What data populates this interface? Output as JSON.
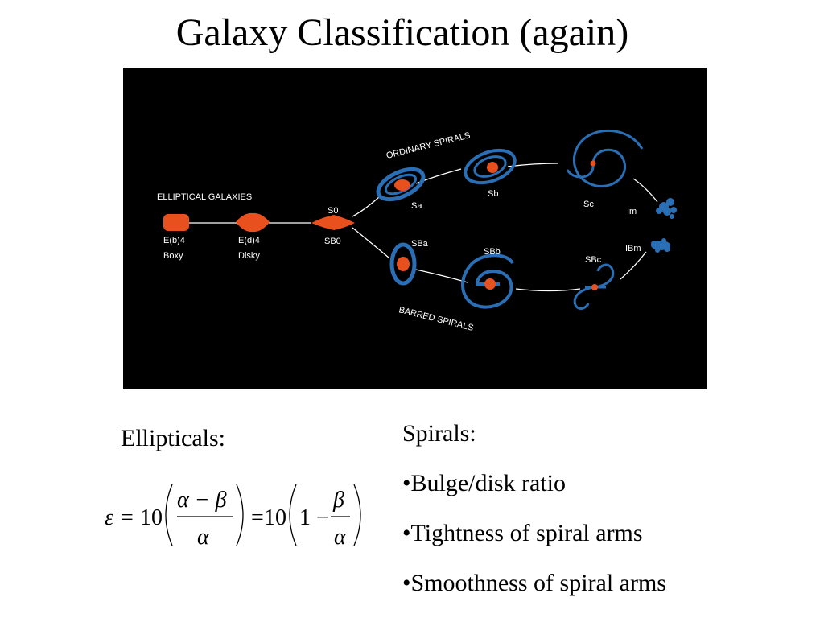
{
  "title": "Galaxy Classification (again)",
  "diagram": {
    "labels": {
      "elliptical_header": "ELLIPTICAL GALAXIES",
      "ordinary_spirals": "ORDINARY SPIRALS",
      "barred_spirals": "BARRED SPIRALS",
      "eb4": "E(b)4",
      "boxy": "Boxy",
      "ed4": "E(d)4",
      "disky": "Disky",
      "s0": "S0",
      "sb0": "SB0",
      "sa": "Sa",
      "sb": "Sb",
      "sc": "Sc",
      "sba": "SBa",
      "sbb": "SBb",
      "sbc": "SBc",
      "im": "Im",
      "ibm": "IBm"
    },
    "colors": {
      "background": "#000000",
      "bulge": "#e8501e",
      "disk": "#2a6fb5",
      "line": "#ffffff"
    }
  },
  "ellipticals": {
    "heading": "Ellipticals:",
    "formula": {
      "epsilon": "ε",
      "eq": "=",
      "ten": "10",
      "numerator": "α − β",
      "denominator": "α",
      "one_minus": "1 −",
      "beta": "β",
      "alpha": "α"
    }
  },
  "spirals": {
    "heading": "Spirals:",
    "items": [
      "•Bulge/disk ratio",
      "•Tightness of spiral arms",
      "•Smoothness of spiral arms"
    ]
  }
}
